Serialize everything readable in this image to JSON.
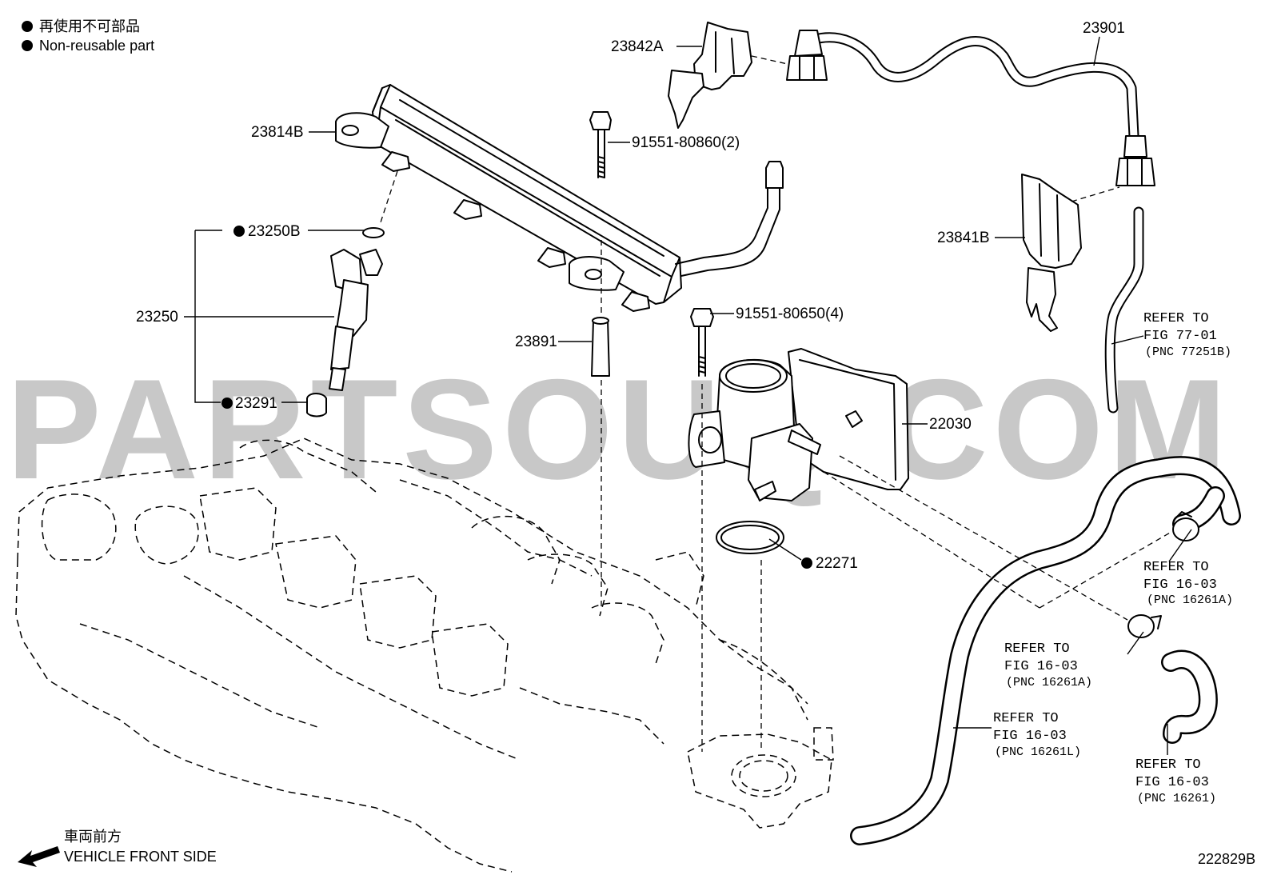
{
  "legend": {
    "line1": "再使用不可部品",
    "line2": "Non-reusable part"
  },
  "watermark": "PARTSOUQ.COM",
  "callouts": {
    "c23842A": "23842A",
    "c23901": "23901",
    "c23814B": "23814B",
    "c91551_80860": "91551-80860(2)",
    "c23250B": "23250B",
    "c23250": "23250",
    "c23841B": "23841B",
    "c91551_80650": "91551-80650(4)",
    "c23891": "23891",
    "c23291": "23291",
    "c22030": "22030",
    "c22271": "22271"
  },
  "references": [
    {
      "line1": "REFER TO",
      "line2": "FIG 77-01",
      "pnc": "(PNC 77251B)"
    },
    {
      "line1": "REFER TO",
      "line2": "FIG 16-03",
      "pnc": "(PNC 16261A)"
    },
    {
      "line1": "REFER TO",
      "line2": "FIG 16-03",
      "pnc": "(PNC 16261A)"
    },
    {
      "line1": "REFER TO",
      "line2": "FIG 16-03",
      "pnc": "(PNC 16261L)"
    },
    {
      "line1": "REFER TO",
      "line2": "FIG 16-03",
      "pnc": "(PNC 16261)"
    }
  ],
  "direction": {
    "jp": "車両前方",
    "en": "VEHICLE FRONT SIDE"
  },
  "figure_code": "222829B",
  "non_reusable_marked": [
    "23250B",
    "23291",
    "22271"
  ]
}
